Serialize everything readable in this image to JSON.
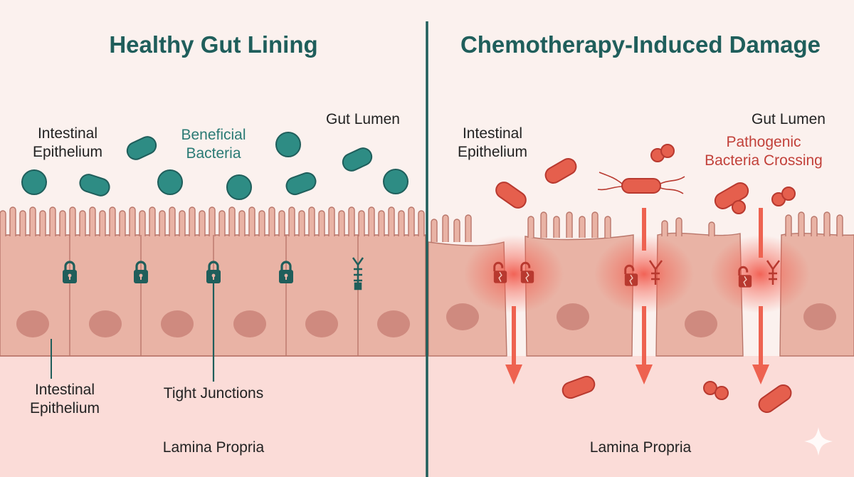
{
  "healthy": {
    "title": "Healthy Gut Lining",
    "label_epithelium_top": "Intestinal\nEpithelium",
    "label_bacteria": "Beneficial\nBacteria",
    "label_lumen": "Gut Lumen",
    "label_epithelium_bottom": "Intestinal\nEpithelium",
    "label_tight_junctions": "Tight Junctions",
    "label_lamina": "Lamina Propria"
  },
  "damaged": {
    "title": "Chemotherapy-Induced Damage",
    "label_epithelium": "Intestinal\nEpithelium",
    "label_lumen": "Gut Lumen",
    "label_pathogens": "Pathogenic\nBacteria Crossing",
    "label_lamina": "Lamina Propria"
  },
  "colors": {
    "title": "#1f5e5b",
    "divider": "#1f5e5b",
    "cell_fill": "#e9b3a5",
    "cell_stroke": "#b9766a",
    "nucleus": "#cf8a7f",
    "lamina": "#fbdcd8",
    "beneficial_bacteria": "#2e8c84",
    "pathogenic_bacteria": "#e55f4d",
    "damage_glow": "#f04a3c"
  },
  "icons": [
    "padlock-icon",
    "zipper-icon",
    "broken-padlock-icon",
    "arrow-down-icon",
    "sparkle-icon"
  ]
}
